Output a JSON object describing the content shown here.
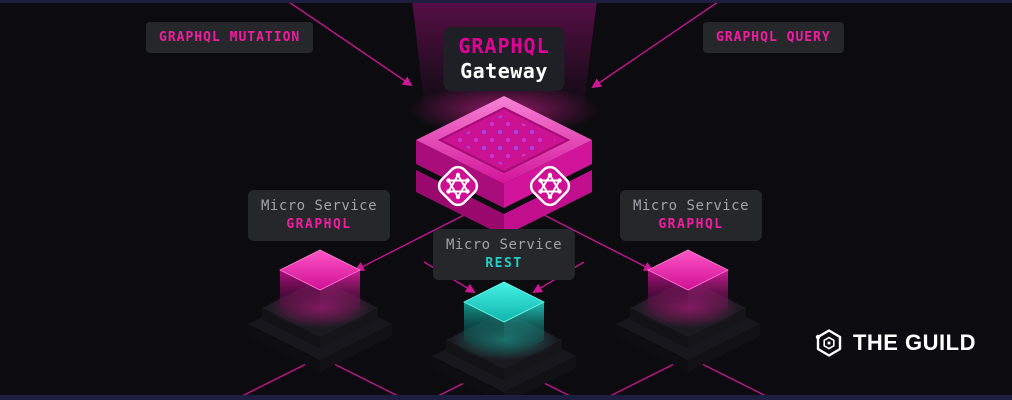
{
  "gateway": {
    "line1": "GRAPHQL",
    "line2": "Gateway"
  },
  "badges": {
    "mutation": "GRAPHQL MUTATION",
    "query": "GRAPHQL QUERY"
  },
  "services": {
    "left": {
      "name": "Micro Service",
      "protocol": "GRAPHQL"
    },
    "center": {
      "name": "Micro Service",
      "protocol": "REST"
    },
    "right": {
      "name": "Micro Service",
      "protocol": "GRAPHQL"
    }
  },
  "brand": {
    "name": "THE GUILD"
  },
  "icons": {
    "gateway_cube": "isometric-gateway-cube",
    "graphql_logo": "graphql-hexagram-logo",
    "guild_logo": "hexagon-guild-logo"
  },
  "colors": {
    "magenta": "#e10098",
    "teal": "#25cfc3",
    "line": "#d6169c",
    "badge_text": "#f01da0",
    "label_text": "#9fa4aa",
    "badge_bg": "#26272b",
    "background": "#0c0c10",
    "edge_strip": "#1e1e40"
  }
}
